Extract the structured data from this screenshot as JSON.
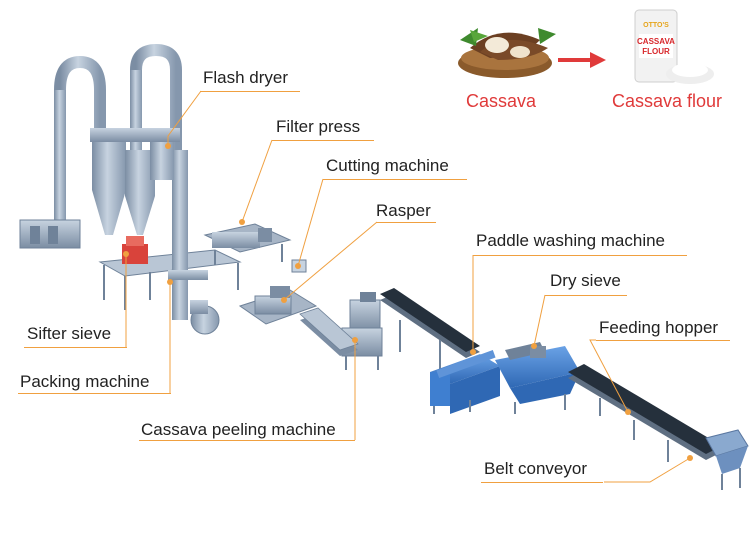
{
  "header": {
    "input_label": "Cassava",
    "output_label": "Cassava flour",
    "accent_color": "#e03a3a"
  },
  "bag": {
    "brand": "OTTO'S",
    "product_line1": "CASSAVA",
    "product_line2": "FLOUR"
  },
  "labels": {
    "flash_dryer": "Flash dryer",
    "filter_press": "Filter press",
    "cutting_machine": "Cutting machine",
    "rasper": "Rasper",
    "paddle_washing_machine": "Paddle washing machine",
    "dry_sieve": "Dry sieve",
    "feeding_hopper": "Feeding hopper",
    "sifter_sieve": "Sifter sieve",
    "packing_machine": "Packing machine",
    "cassava_peeling_machine": "Cassava peeling machine",
    "belt_conveyor": "Belt conveyor"
  },
  "colors": {
    "leader_line": "#f0a040",
    "label_text": "#222222",
    "machine_steel": "#9fb1c6",
    "machine_steel_dark": "#6f8299",
    "machine_blue": "#3f7fd0",
    "arrow": "#e03a3a"
  }
}
